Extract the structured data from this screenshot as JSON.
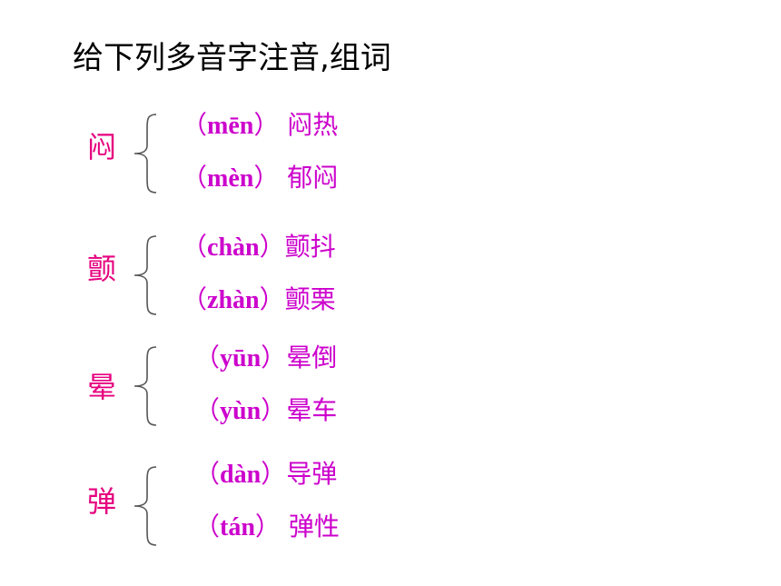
{
  "slide": {
    "title": "给下列多音字注音,组词",
    "open_paren": "（",
    "close_paren": "）",
    "groups": [
      {
        "char": "闷",
        "rows": [
          {
            "pinyin": "mēn",
            "word": "闷热"
          },
          {
            "pinyin": "mèn",
            "word": "郁闷"
          }
        ]
      },
      {
        "char": "颤",
        "rows": [
          {
            "pinyin": "chàn",
            "word": "颤抖"
          },
          {
            "pinyin": "zhàn",
            "word": "颤栗"
          }
        ]
      },
      {
        "char": "晕",
        "rows": [
          {
            "pinyin": "yūn",
            "word": "晕倒"
          },
          {
            "pinyin": "yùn",
            "word": "晕车"
          }
        ]
      },
      {
        "char": "弹",
        "rows": [
          {
            "pinyin": "dàn",
            "word": "导弹"
          },
          {
            "pinyin": "tán",
            "word": "弹性"
          }
        ]
      }
    ]
  },
  "colors": {
    "title": "#000000",
    "char": "#e6007e",
    "answer": "#cc00cc",
    "brace": "#555555"
  }
}
